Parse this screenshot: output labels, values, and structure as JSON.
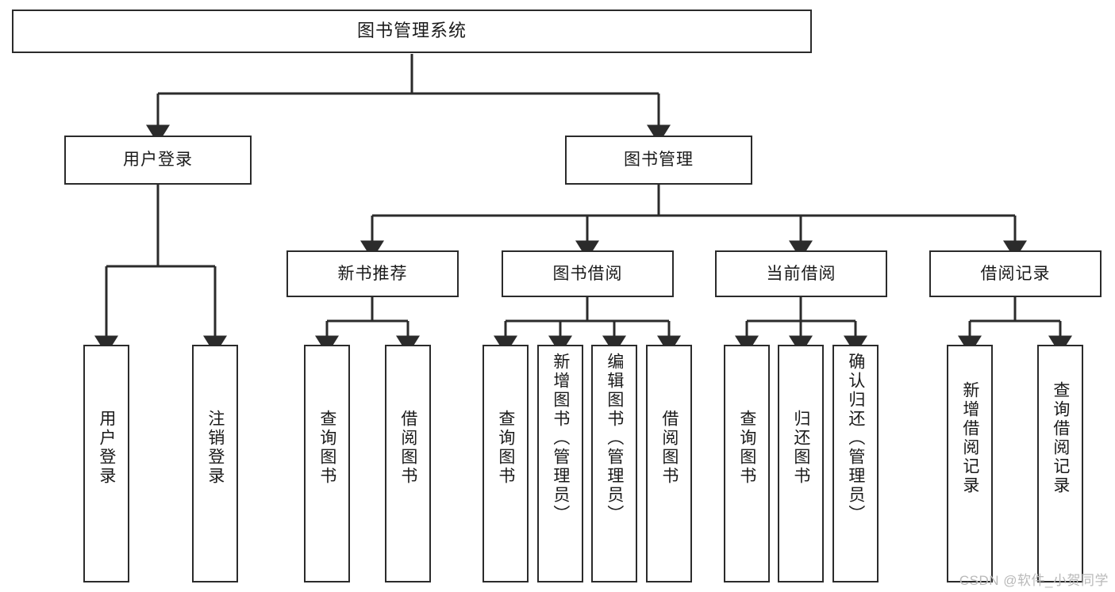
{
  "diagram": {
    "title": "图书管理系统",
    "type": "tree",
    "watermark": "CSDN @软件_小贺同学",
    "colors": {
      "box_border": "#2b2b2b",
      "box_fill": "#ffffff",
      "edge": "#2b2b2b",
      "text": "#1a1a1a",
      "watermark": "#b9b9b9"
    },
    "nodes": {
      "root": {
        "label": "图书管理系统",
        "level": 0
      },
      "user_login": {
        "label": "用户登录",
        "level": 1
      },
      "book_manage": {
        "label": "图书管理",
        "level": 1
      },
      "new_book_rec": {
        "label": "新书推荐",
        "level": 2
      },
      "book_borrow": {
        "label": "图书借阅",
        "level": 2
      },
      "current_borrow": {
        "label": "当前借阅",
        "level": 2
      },
      "borrow_record": {
        "label": "借阅记录",
        "level": 2
      },
      "leaf_user_login": {
        "label": "用户登录",
        "level": 3
      },
      "leaf_logout": {
        "label": "注销登录",
        "level": 3
      },
      "leaf_query_book_1": {
        "label": "查询图书",
        "level": 3
      },
      "leaf_borrow_book_1": {
        "label": "借阅图书",
        "level": 3
      },
      "leaf_query_book_2": {
        "label": "查询图书",
        "level": 3
      },
      "leaf_add_book": {
        "label": "新增图书（管理员）",
        "level": 3
      },
      "leaf_edit_book": {
        "label": "编辑图书（管理员）",
        "level": 3
      },
      "leaf_borrow_book_2": {
        "label": "借阅图书",
        "level": 3
      },
      "leaf_query_book_3": {
        "label": "查询图书",
        "level": 3
      },
      "leaf_return_book": {
        "label": "归还图书",
        "level": 3
      },
      "leaf_confirm_return": {
        "label": "确认归还（管理员）",
        "level": 3
      },
      "leaf_add_record": {
        "label": "新增借阅记录",
        "level": 3
      },
      "leaf_query_record": {
        "label": "查询借阅记录",
        "level": 3
      }
    },
    "edges": [
      {
        "from": "root",
        "to": "user_login"
      },
      {
        "from": "root",
        "to": "book_manage"
      },
      {
        "from": "user_login",
        "to": "leaf_user_login"
      },
      {
        "from": "user_login",
        "to": "leaf_logout"
      },
      {
        "from": "book_manage",
        "to": "new_book_rec"
      },
      {
        "from": "book_manage",
        "to": "book_borrow"
      },
      {
        "from": "book_manage",
        "to": "current_borrow"
      },
      {
        "from": "book_manage",
        "to": "borrow_record"
      },
      {
        "from": "new_book_rec",
        "to": "leaf_query_book_1"
      },
      {
        "from": "new_book_rec",
        "to": "leaf_borrow_book_1"
      },
      {
        "from": "book_borrow",
        "to": "leaf_query_book_2"
      },
      {
        "from": "book_borrow",
        "to": "leaf_add_book"
      },
      {
        "from": "book_borrow",
        "to": "leaf_edit_book"
      },
      {
        "from": "book_borrow",
        "to": "leaf_borrow_book_2"
      },
      {
        "from": "current_borrow",
        "to": "leaf_query_book_3"
      },
      {
        "from": "current_borrow",
        "to": "leaf_return_book"
      },
      {
        "from": "current_borrow",
        "to": "leaf_confirm_return"
      },
      {
        "from": "borrow_record",
        "to": "leaf_add_record"
      },
      {
        "from": "borrow_record",
        "to": "leaf_query_record"
      }
    ]
  }
}
